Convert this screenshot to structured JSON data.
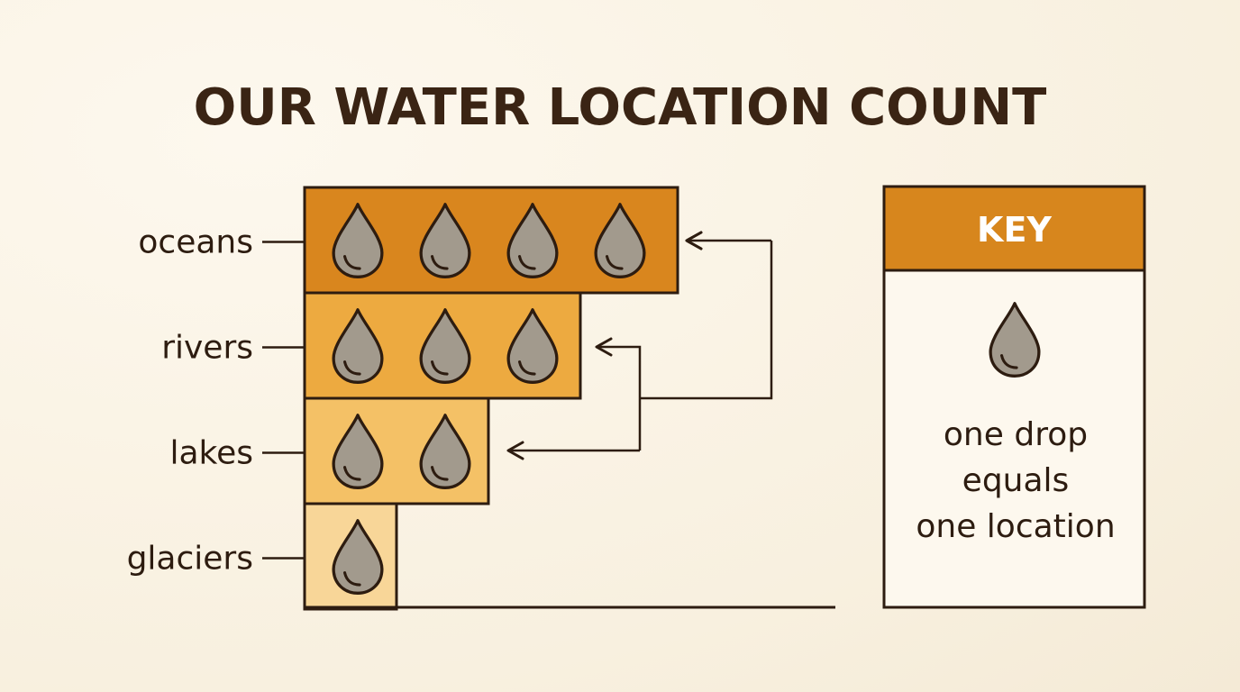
{
  "chart_data": {
    "type": "bar",
    "title": "OUR WATER LOCATION COUNT",
    "categories": [
      "oceans",
      "rivers",
      "lakes",
      "glaciers"
    ],
    "values": [
      4,
      3,
      2,
      1
    ],
    "colors": [
      "#d9861e",
      "#edaa40",
      "#f4c166",
      "#f8d698"
    ],
    "icon": "water-drop-icon",
    "xlim": [
      0,
      4
    ],
    "grid": false,
    "legend_position": "right",
    "key": {
      "title": "KEY",
      "text_lines": [
        "one drop",
        "equals",
        "one location"
      ]
    }
  },
  "theme": {
    "ink": "#2d1c10",
    "drop_fill": "#a29a8d",
    "key_header": "#d7861d"
  }
}
